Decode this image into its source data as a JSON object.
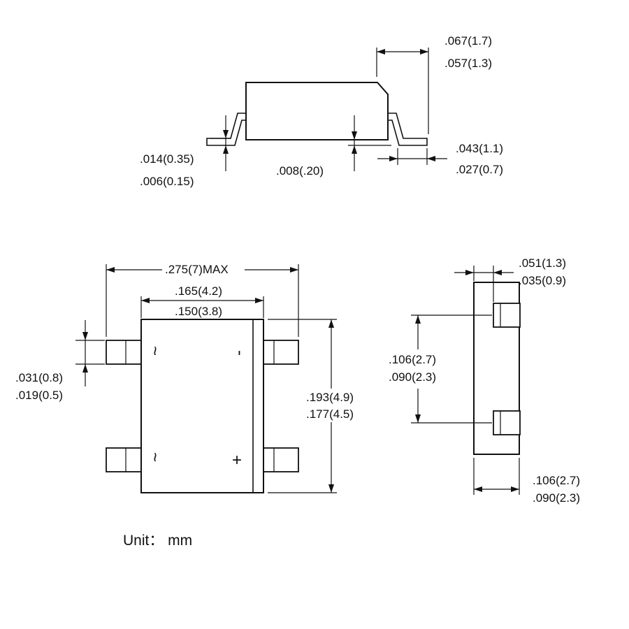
{
  "side_view": {
    "top_width_in": ".067(1.7)",
    "top_width_mm": ".057(1.3)",
    "lead_thickness_in": ".014(0.35)",
    "lead_thickness_mm": ".006(0.15)",
    "standoff": ".008(.20)",
    "foot_length_in": ".043(1.1)",
    "foot_length_mm": ".027(0.7)"
  },
  "top_view": {
    "overall_width": ".275(7)MAX",
    "body_width_in": ".165(4.2)",
    "body_width_mm": ".150(3.8)",
    "lead_width_in": ".031(0.8)",
    "lead_width_mm": ".019(0.5)",
    "body_height_in": ".193(4.9)",
    "body_height_mm": ".177(4.5)",
    "pin_ac_symbol": "~",
    "pin_neg_symbol": "-",
    "pin_pos_symbol": "+"
  },
  "end_view": {
    "pad_width_in": ".051(1.3)",
    "pad_width_mm": ".035(0.9)",
    "pitch_in": ".106(2.7)",
    "pitch_mm": ".090(2.3)",
    "depth_in": ".106(2.7)",
    "depth_mm": ".090(2.3)"
  },
  "unit_label": "Unit：  mm"
}
